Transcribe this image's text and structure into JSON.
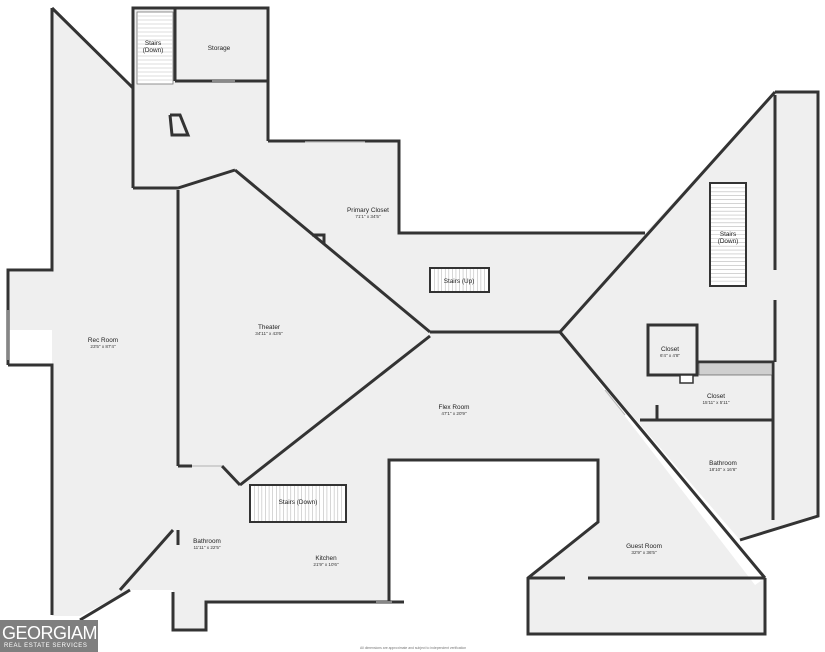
{
  "floorplan": {
    "rooms": [
      {
        "key": "stairs_down_top",
        "name": "Stairs\n(Down)",
        "dims": ""
      },
      {
        "key": "storage",
        "name": "Storage",
        "dims": ""
      },
      {
        "key": "primary_closet",
        "name": "Primary Closet",
        "dims": "71'1\" x 34'5\""
      },
      {
        "key": "stairs_down_right",
        "name": "Stairs\n(Down)",
        "dims": ""
      },
      {
        "key": "stairs_up",
        "name": "Stairs (Up)",
        "dims": ""
      },
      {
        "key": "theater",
        "name": "Theater",
        "dims": "34'11\" x 43'6\""
      },
      {
        "key": "rec_room",
        "name": "Rec Room",
        "dims": "23'5\" x 87'4\""
      },
      {
        "key": "closet_small",
        "name": "Closet",
        "dims": "6'4\" x 4'8\""
      },
      {
        "key": "closet_long",
        "name": "Closet",
        "dims": "15'11\" x 5'11\""
      },
      {
        "key": "flex_room",
        "name": "Flex Room",
        "dims": "47'1\" x 20'9\""
      },
      {
        "key": "bathroom_right",
        "name": "Bathroom",
        "dims": "18'10\" x 16'6\""
      },
      {
        "key": "stairs_down_mid",
        "name": "Stairs (Down)",
        "dims": ""
      },
      {
        "key": "bathroom_left",
        "name": "Bathroom",
        "dims": "11'11\" x 22'5\""
      },
      {
        "key": "kitchen",
        "name": "Kitchen",
        "dims": "21'9\" x 10'6\""
      },
      {
        "key": "guest_room",
        "name": "Guest Room",
        "dims": "32'9\" x 36'5\""
      }
    ]
  },
  "branding": {
    "logo_main": "GEORGIAMLS",
    "logo_sub": "REAL ESTATE SERVICES",
    "disclaimer": "All dimensions are approximate and subject to independent verification"
  },
  "colors": {
    "floor": "#efefef",
    "wall": "#333333",
    "logo_bg": "#7f7f7f"
  }
}
